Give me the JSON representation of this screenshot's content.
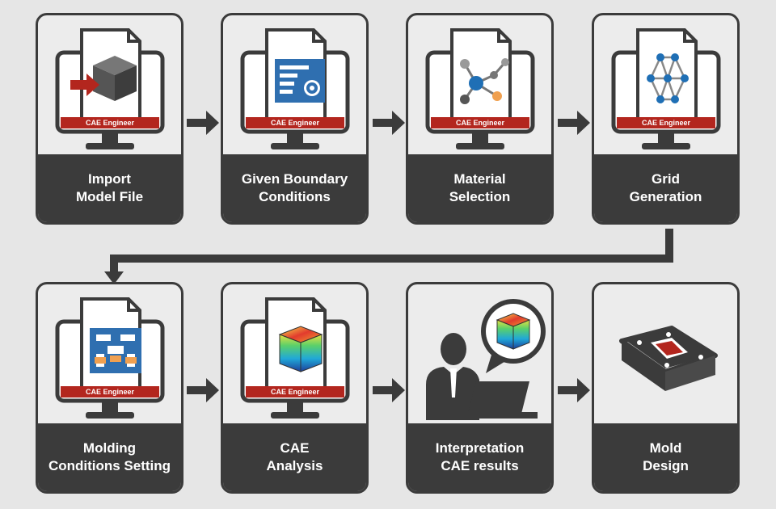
{
  "steps": [
    {
      "line1": "Import",
      "line2": "Model File",
      "badge": "CAE Engineer"
    },
    {
      "line1": "Given Boundary",
      "line2": "Conditions",
      "badge": "CAE Engineer"
    },
    {
      "line1": "Material",
      "line2": "Selection",
      "badge": "CAE Engineer"
    },
    {
      "line1": "Grid",
      "line2": "Generation",
      "badge": "CAE Engineer"
    },
    {
      "line1": "Molding",
      "line2": "Conditions Setting",
      "badge": "CAE Engineer"
    },
    {
      "line1": "CAE",
      "line2": "Analysis",
      "badge": "CAE Engineer"
    },
    {
      "line1": "Interpretation",
      "line2": "CAE results"
    },
    {
      "line1": "Mold",
      "line2": "Design"
    }
  ],
  "colors": {
    "dark": "#3b3b3b",
    "badge": "#b3261e",
    "accent_blue": "#1f6fb5",
    "orange": "#f0a050"
  }
}
